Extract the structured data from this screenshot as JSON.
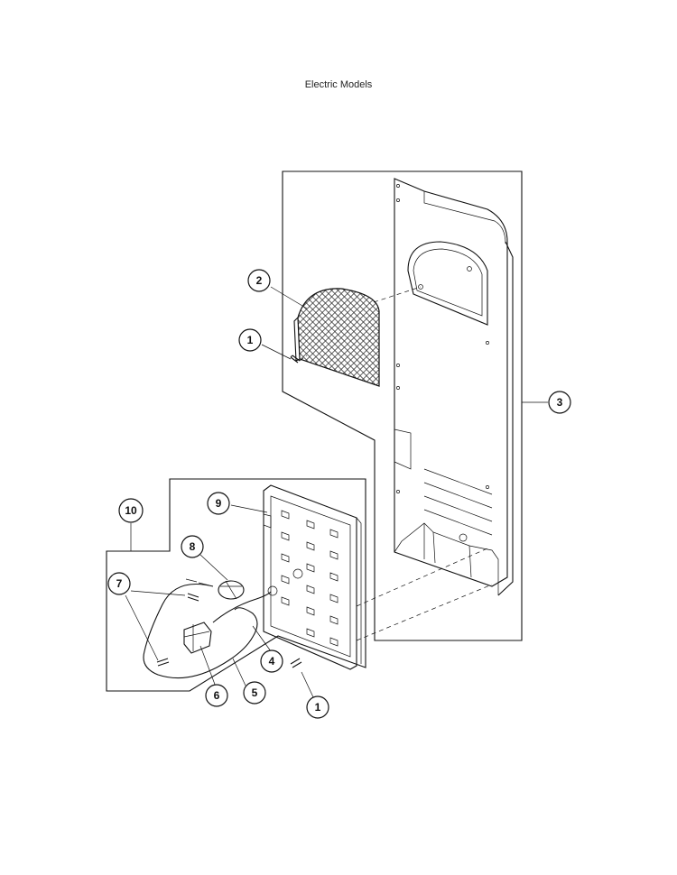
{
  "header": {
    "title": "Electric Models"
  },
  "callouts": [
    {
      "id": "c2",
      "label": "2"
    },
    {
      "id": "c1a",
      "label": "1"
    },
    {
      "id": "c3",
      "label": "3"
    },
    {
      "id": "c10",
      "label": "10"
    },
    {
      "id": "c9",
      "label": "9"
    },
    {
      "id": "c8",
      "label": "8"
    },
    {
      "id": "c7",
      "label": "7"
    },
    {
      "id": "c4",
      "label": "4"
    },
    {
      "id": "c5",
      "label": "5"
    },
    {
      "id": "c6",
      "label": "6"
    },
    {
      "id": "c1b",
      "label": "1"
    }
  ]
}
